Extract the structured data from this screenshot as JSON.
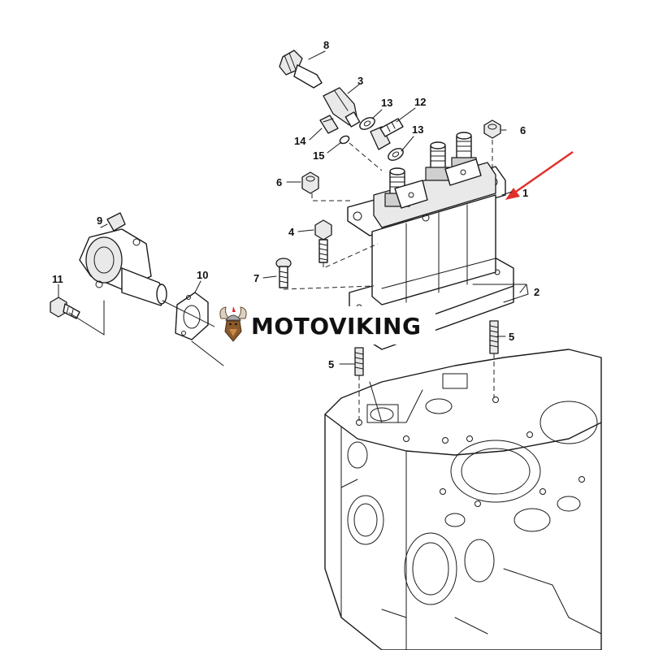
{
  "diagram": {
    "callouts": {
      "c1": "1",
      "c2": "2",
      "c3": "3",
      "c4": "4",
      "c5a": "5",
      "c5b": "5",
      "c6a": "6",
      "c6b": "6",
      "c7": "7",
      "c8": "8",
      "c9": "9",
      "c10": "10",
      "c11": "11",
      "c12": "12",
      "c13a": "13",
      "c13b": "13",
      "c14": "14",
      "c15": "15"
    },
    "arrow_color": "#e0302b"
  },
  "watermark": {
    "brand": "MOTOVIKING",
    "logo_icon": "viking-helmet-icon"
  }
}
